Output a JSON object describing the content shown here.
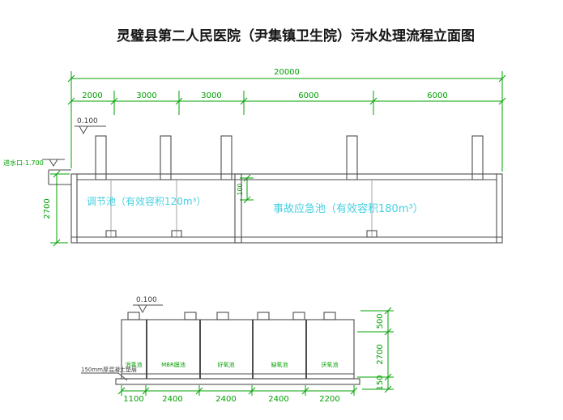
{
  "title": "灵璧县第二人民医院（尹集镇卫生院）污水处理流程立面图",
  "colors": {
    "dimension_green": "#00a000",
    "label_cyan": "#45d0e0",
    "line_gray": "#4d4d4d"
  },
  "upper_drawing": {
    "total_dim": "20000",
    "segment_dims": [
      "2000",
      "3000",
      "3000",
      "6000",
      "6000"
    ],
    "elevation": "0.100",
    "inlet_label": "进水口-1.700",
    "height_dim": "2700",
    "freeboard_dim": "100",
    "tank1_label": "调节池（有效容积120m³）",
    "tank2_label": "事故应急池（有效容积180m³）"
  },
  "lower_drawing": {
    "elevation": "0.100",
    "base_note": "150mm厚混凝土垫层",
    "compartments": [
      "消毒池",
      "MBR膜池",
      "好氧池",
      "缺氧池",
      "厌氧池"
    ],
    "bottom_dims": [
      "1100",
      "2400",
      "2400",
      "2400",
      "2200"
    ],
    "right_dims": [
      "500",
      "2700",
      "150"
    ]
  }
}
